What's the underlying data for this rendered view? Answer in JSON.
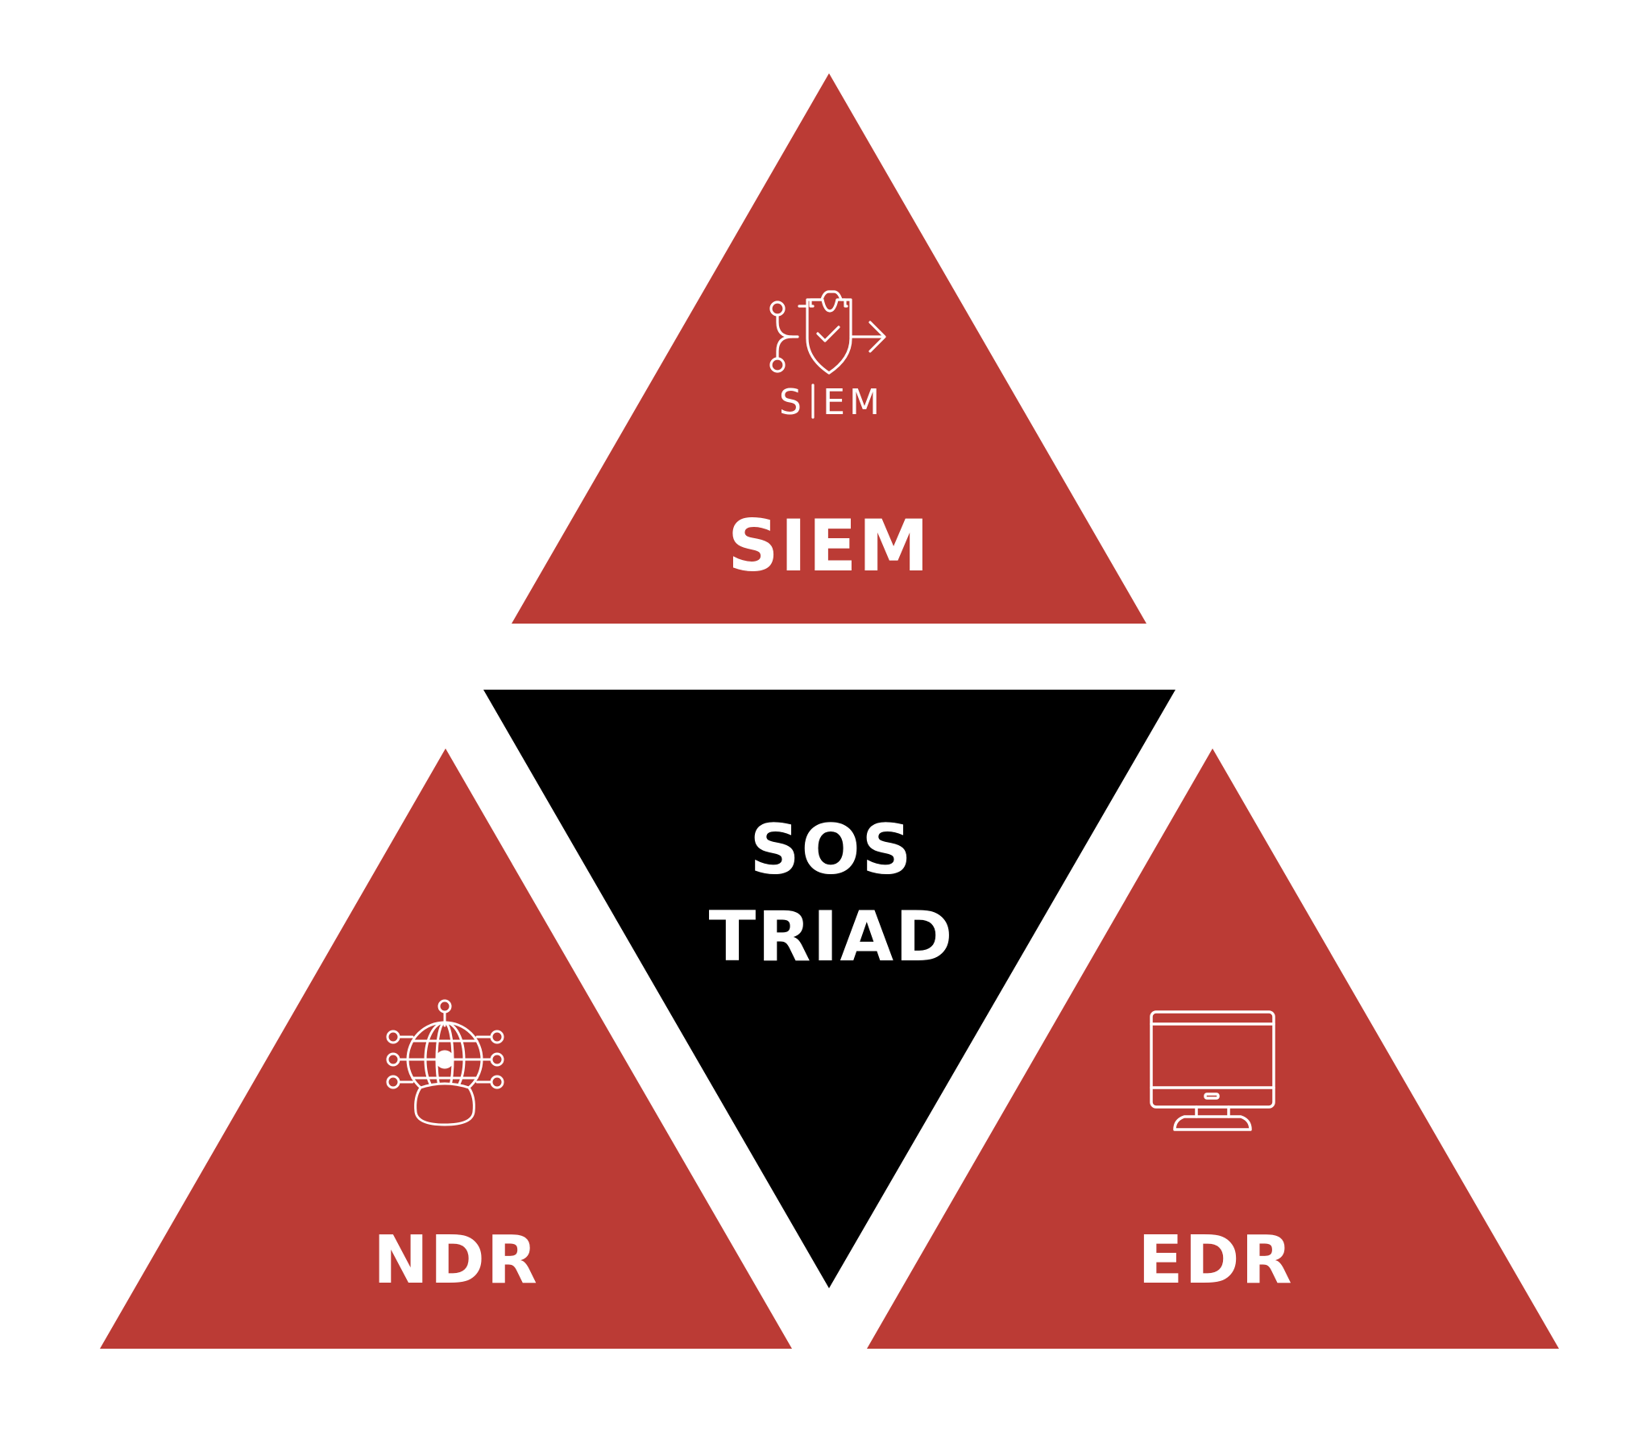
{
  "colors": {
    "accent_red": "#bb3b35",
    "center_black": "#000000",
    "text_white": "#ffffff",
    "background": "#ffffff"
  },
  "triangles": {
    "top": {
      "label": "SIEM",
      "icon": "siem-shield-icon",
      "icon_caption": "S|EM"
    },
    "left": {
      "label": "NDR",
      "icon": "network-globe-icon"
    },
    "right": {
      "label": "EDR",
      "icon": "desktop-monitor-icon"
    },
    "center": {
      "line1": "SOS",
      "line2": "TRIAD"
    }
  }
}
